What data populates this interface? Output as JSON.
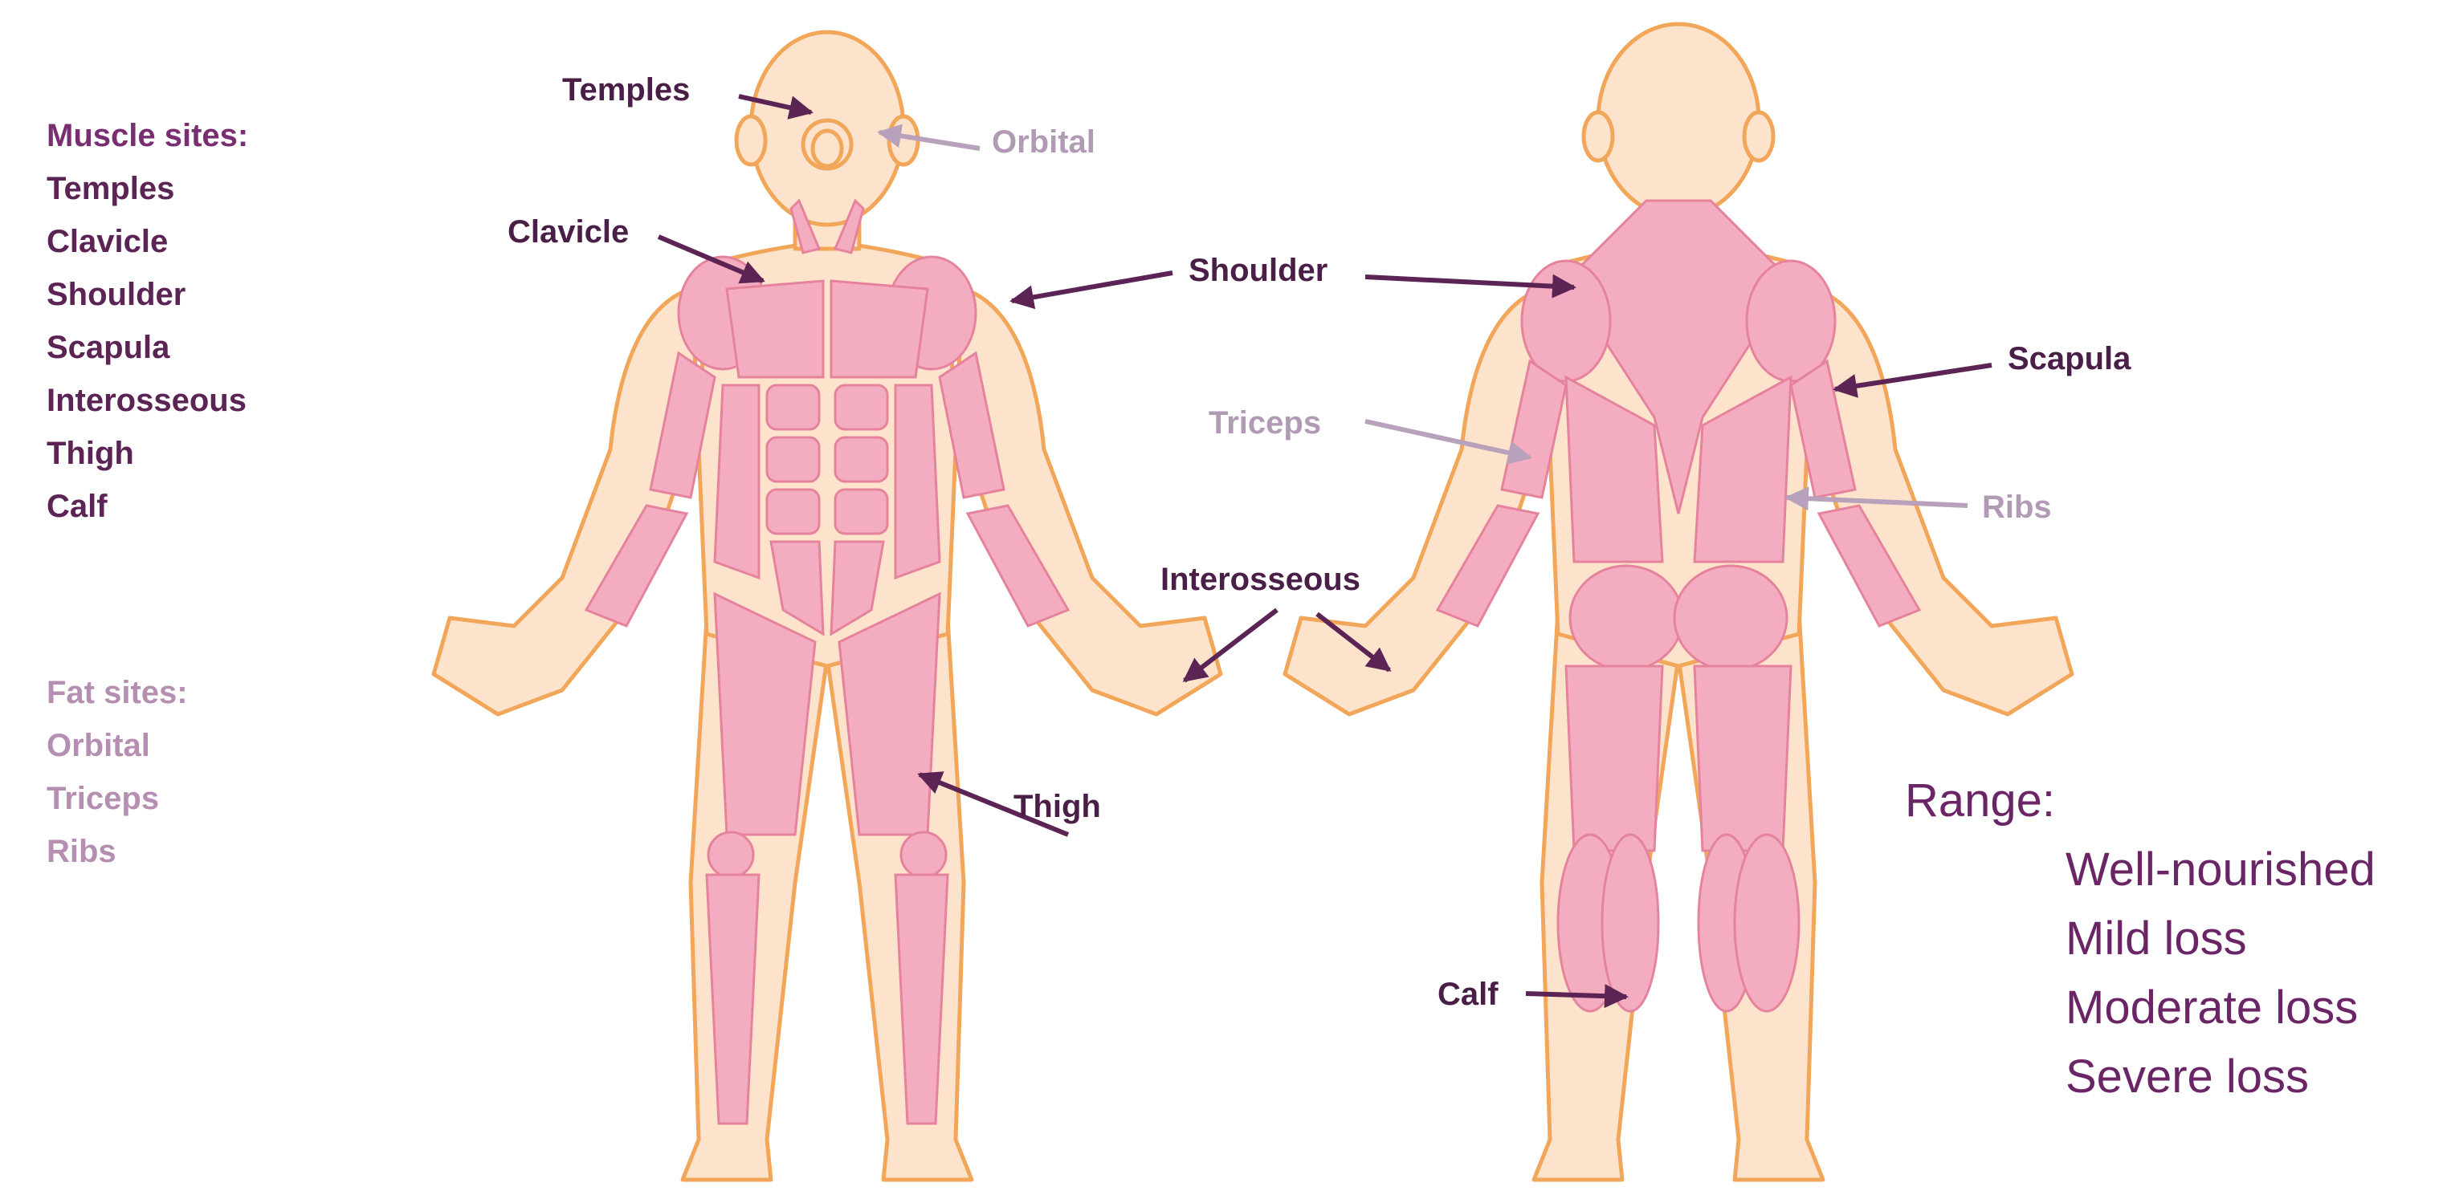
{
  "muscle_sites": {
    "heading": "Muscle sites:",
    "items": [
      "Temples",
      "Clavicle",
      "Shoulder",
      "Scapula",
      "Interosseous",
      "Thigh",
      "Calf"
    ]
  },
  "fat_sites": {
    "heading": "Fat sites:",
    "items": [
      "Orbital",
      "Triceps",
      "Ribs"
    ]
  },
  "range": {
    "title": "Range:",
    "items": [
      "Well-nourished",
      "Mild loss",
      "Moderate loss",
      "Severe loss"
    ]
  },
  "labels": {
    "temples": "Temples",
    "orbital": "Orbital",
    "clavicle": "Clavicle",
    "shoulder": "Shoulder",
    "scapula": "Scapula",
    "triceps": "Triceps",
    "ribs": "Ribs",
    "interosseous": "Interosseous",
    "thigh": "Thigh",
    "calf": "Calf"
  },
  "colors": {
    "muscle_text": "#4a1f47",
    "fat_text": "#b19ab4",
    "skin": "#fde3cc",
    "outline": "#f2a65a",
    "muscle": "#f4adc0",
    "muscle_line": "#e5839d",
    "arrow_dark": "#5b2455",
    "arrow_light": "#b7a1bb"
  }
}
